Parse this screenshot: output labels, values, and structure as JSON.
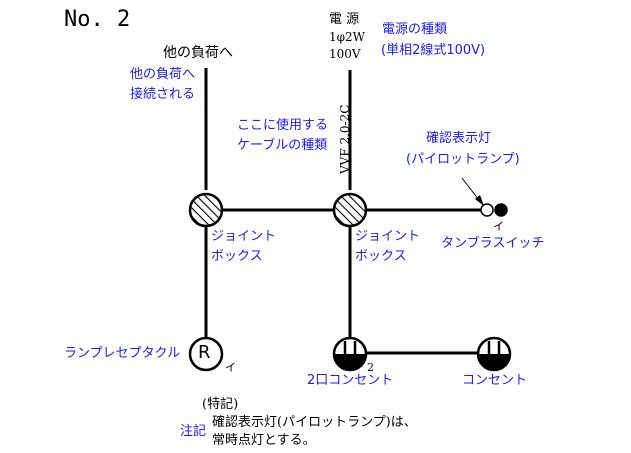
{
  "title": "No. 2",
  "source": {
    "label": "電 源",
    "phase": "1φ2W",
    "voltage": "100V",
    "annotation_line1": "電源の種類",
    "annotation_line2": "(単相2線式100V)"
  },
  "cable": {
    "type": "VVF 2.0-2C",
    "annotation_line1": "ここに使用する",
    "annotation_line2": "ケーブルの種類"
  },
  "other_load": {
    "label": "他の負荷へ",
    "annotation_line1": "他の負荷へ",
    "annotation_line2": "接続される"
  },
  "pilot_lamp": {
    "annotation_line1": "確認表示灯",
    "annotation_line2": "(パイロットランプ)",
    "letter": "イ"
  },
  "tumbler_switch": {
    "label": "タンブラスイッチ"
  },
  "junction_box_left": {
    "line1": "ジョイント",
    "line2": "ボックス"
  },
  "junction_box_right": {
    "line1": "ジョイント",
    "line2": "ボックス"
  },
  "receptacle": {
    "symbol": "R",
    "letter": "イ",
    "label": "ランプレセプタクル"
  },
  "duplex_outlet": {
    "number": "2",
    "label": "2口コンセント"
  },
  "outlet": {
    "label": "コンセント"
  },
  "notes": {
    "heading": "(特記)",
    "side_label": "注記",
    "line1": "確認表示灯(パイロットランプ)は、",
    "line2": "常時点灯とする。"
  },
  "colors": {
    "annotation": "#1a1aff",
    "wire": "#000000"
  }
}
